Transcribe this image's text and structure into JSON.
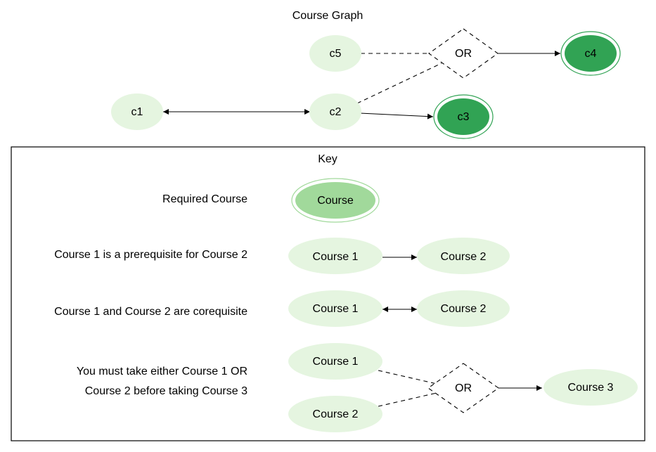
{
  "title": "Course Graph",
  "graph": {
    "nodes": {
      "c1": "c1",
      "c2": "c2",
      "c3": "c3",
      "c4": "c4",
      "c5": "c5",
      "or": "OR"
    }
  },
  "key": {
    "title": "Key",
    "required": {
      "label": "Required Course",
      "node": "Course"
    },
    "prereq": {
      "label": "Course 1 is a prerequisite for Course 2",
      "from": "Course 1",
      "to": "Course 2"
    },
    "coreq": {
      "label": "Course 1 and Course 2 are corequisite",
      "a": "Course 1",
      "b": "Course 2"
    },
    "either": {
      "label_line1": "You must take either Course 1 OR",
      "label_line2": "Course 2 before taking Course 3",
      "a": "Course 1",
      "b": "Course 2",
      "or": "OR",
      "target": "Course 3"
    }
  },
  "colors": {
    "light": "#e5f5e0",
    "mid": "#a1d99b",
    "dark": "#31a354"
  }
}
